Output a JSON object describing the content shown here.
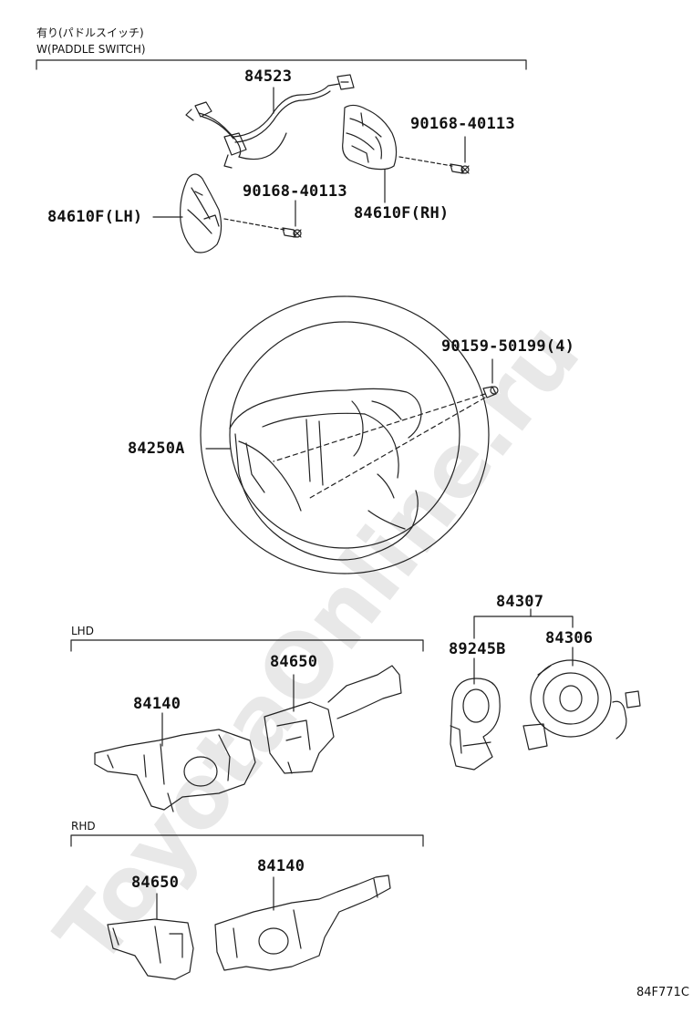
{
  "watermark": "ToyotaOnline.ru",
  "sections": {
    "paddle": "W(PADDLE SWITCH)",
    "paddle_jp": "有り(パドルスイッチ)",
    "lhd": "LHD",
    "rhd": "RHD"
  },
  "labels": {
    "p84523": "84523",
    "p90168_rh": "90168-40113",
    "p84610_rh": "84610F(RH)",
    "p90168_lh": "90168-40113",
    "p84610_lh": "84610F(LH)",
    "p90159": "90159-50199(4)",
    "p84250a": "84250A",
    "p84307": "84307",
    "p89245b": "89245B",
    "p84306": "84306",
    "p84650_lhd": "84650",
    "p84140_lhd": "84140",
    "p84650_rhd": "84650",
    "p84140_rhd": "84140"
  },
  "diagram_code": "84F771C"
}
